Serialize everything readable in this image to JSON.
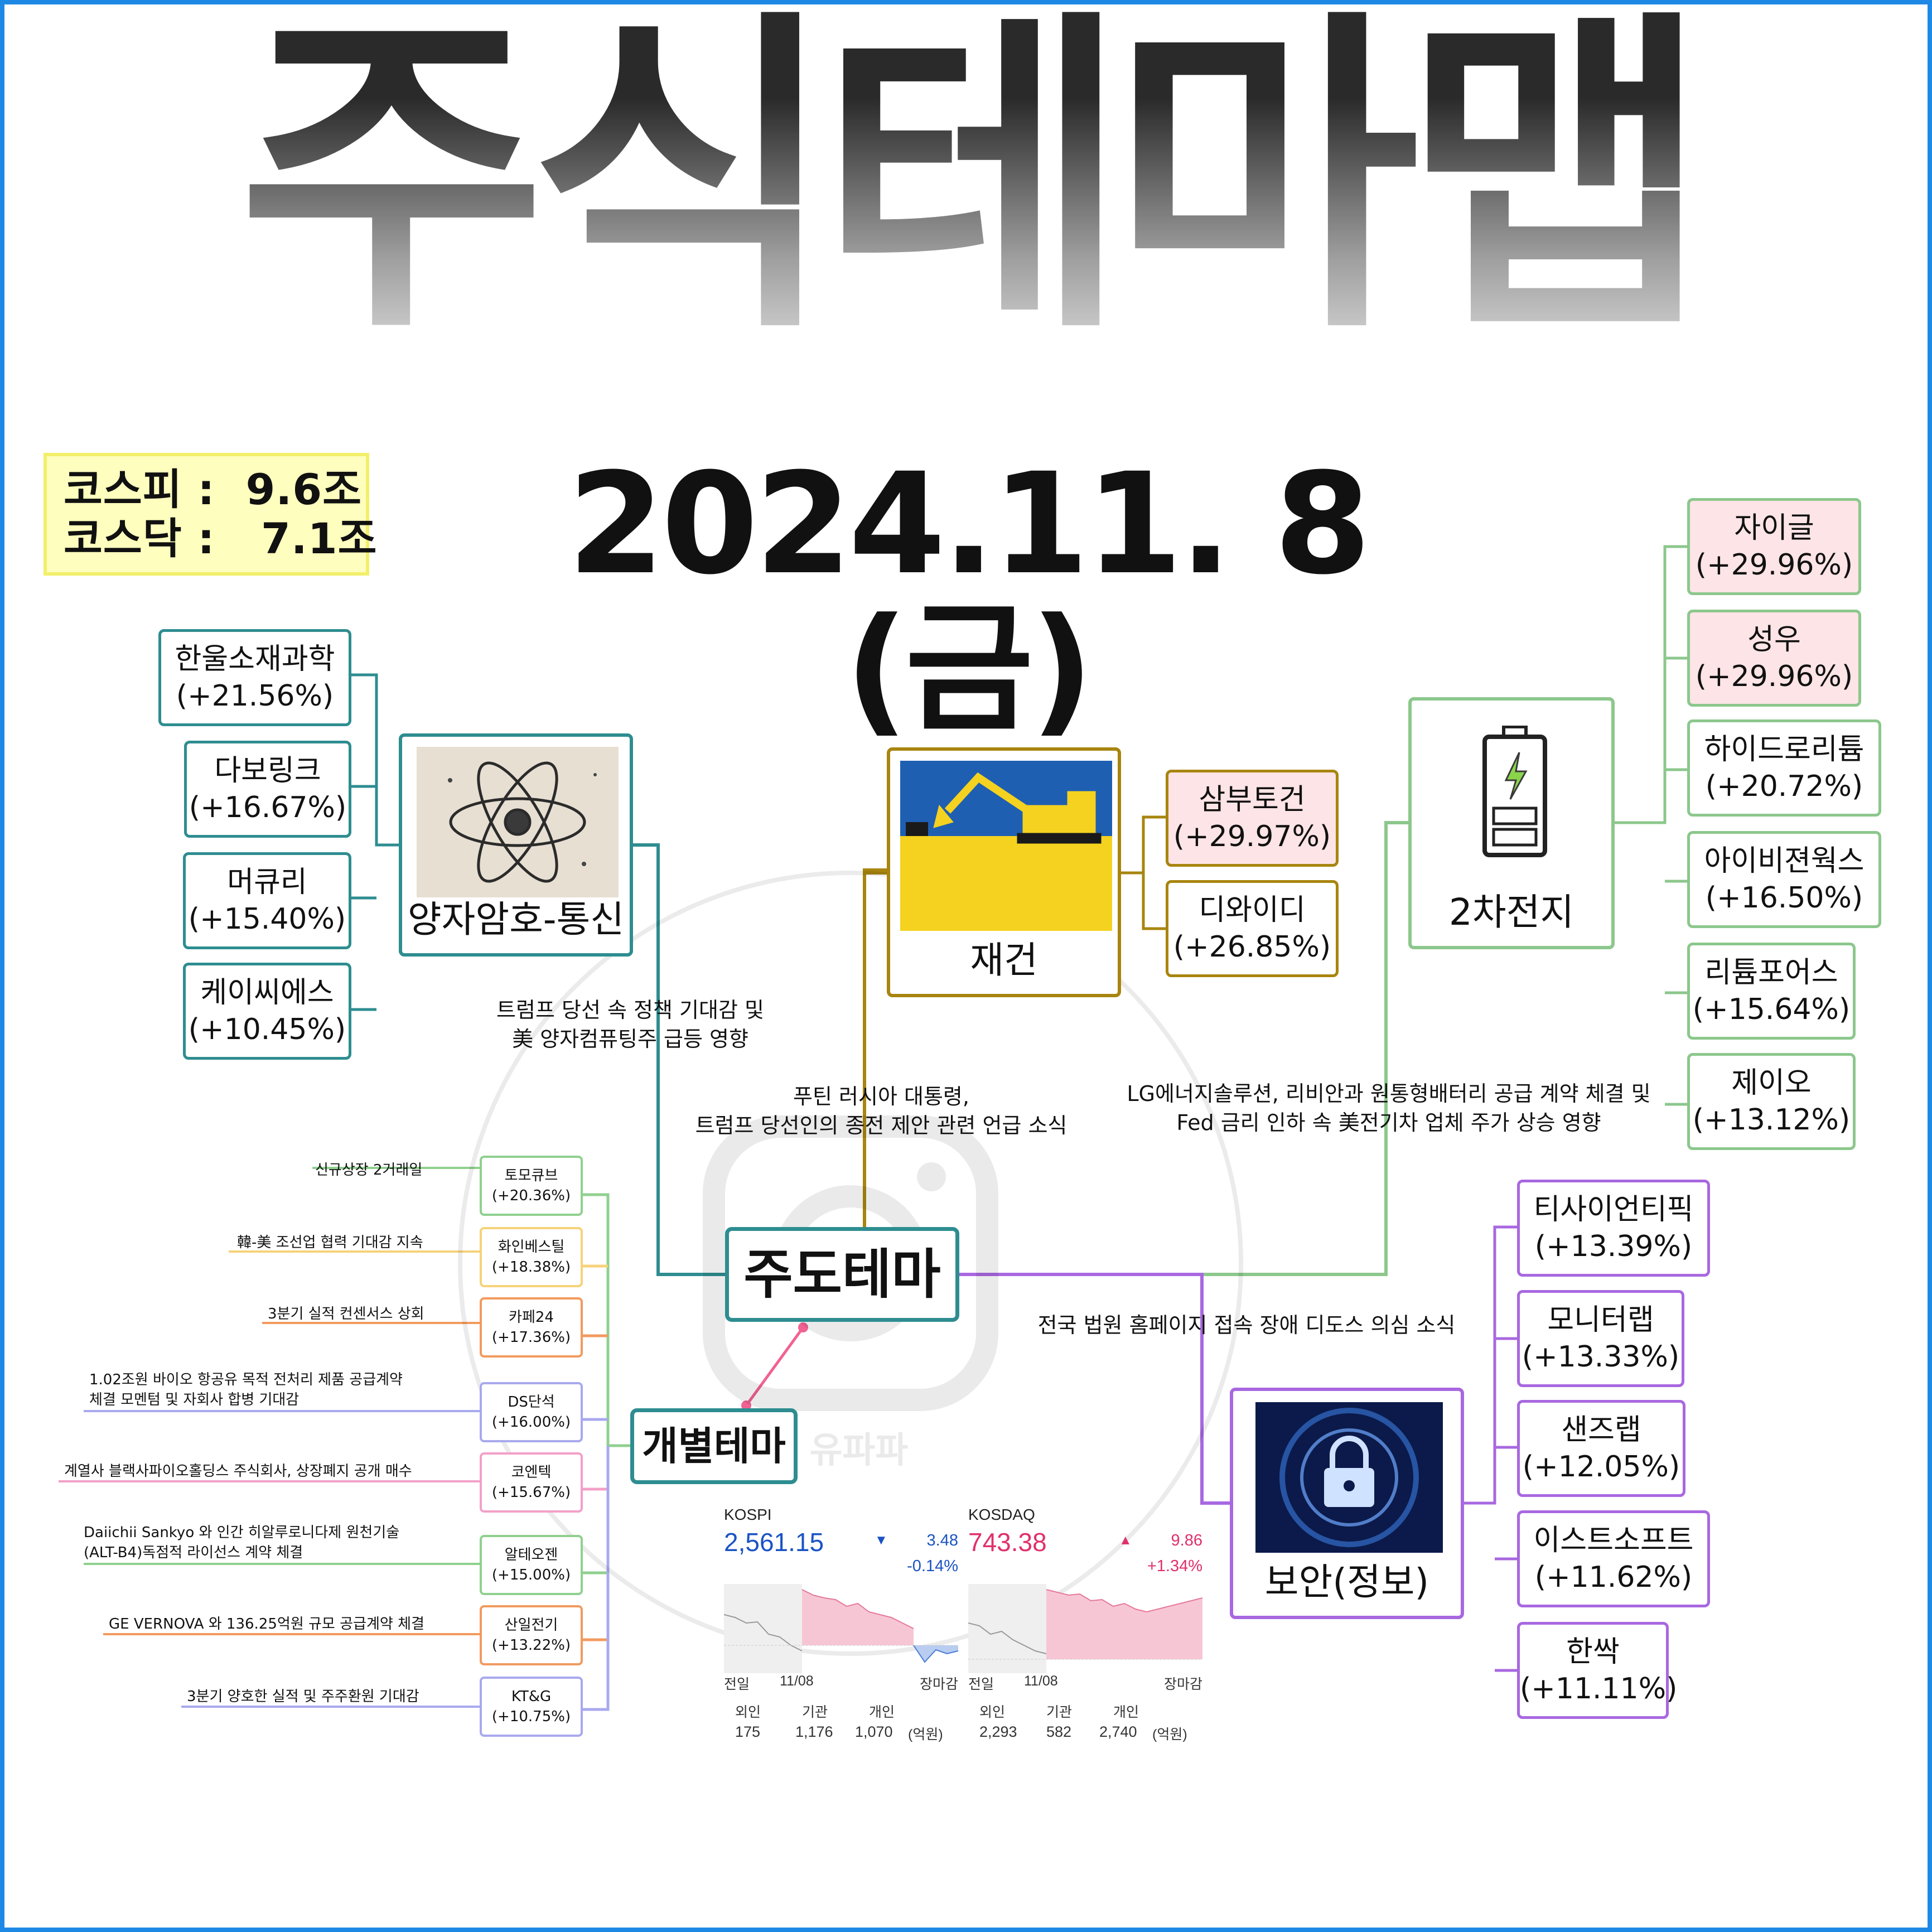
{
  "title": "주식테마맵",
  "date": "2024.11. 8 (금)",
  "volume": {
    "kospi": "코스피 :  9.6조",
    "kosdaq": "코스닥 :   7.1조"
  },
  "hub": {
    "label": "주도테마"
  },
  "individual_hub": {
    "label": "개별테마"
  },
  "themes": [
    {
      "label": "양자암호-통신",
      "color": "#2e8d90",
      "image_icon": "atom-icon",
      "note": "트럼프 당선 속 정책 기대감 및\n美 양자컴퓨팅주 급등 영향",
      "stocks": [
        {
          "name": "한울소재과학",
          "change": "(+21.56%)"
        },
        {
          "name": "다보링크",
          "change": "(+16.67%)"
        },
        {
          "name": "머큐리",
          "change": "(+15.40%)"
        },
        {
          "name": "케이씨에스",
          "change": "(+10.45%)"
        }
      ]
    },
    {
      "label": "재건",
      "color": "#a8850f",
      "image_icon": "excavator-icon",
      "note": "푸틴 러시아 대통령,\n트럼프 당선인의 종전 제안 관련 언급 소식",
      "stocks": [
        {
          "name": "삼부토건",
          "change": "(+29.97%)",
          "limit_up": true
        },
        {
          "name": "디와이디",
          "change": "(+26.85%)"
        }
      ]
    },
    {
      "label": "2차전지",
      "color": "#8cc78c",
      "image_icon": "battery-icon",
      "note": "LG에너지솔루션, 리비안과 원통형배터리 공급 계약 체결 및\nFed 금리 인하 속 美전기차 업체 주가 상승 영향",
      "stocks": [
        {
          "name": "자이글",
          "change": "(+29.96%)",
          "limit_up": true
        },
        {
          "name": "성우",
          "change": "(+29.96%)",
          "limit_up": true
        },
        {
          "name": "하이드로리튬",
          "change": "(+20.72%)"
        },
        {
          "name": "아이비젼웍스",
          "change": "(+16.50%)"
        },
        {
          "name": "리튬포어스",
          "change": "(+15.64%)"
        },
        {
          "name": "제이오",
          "change": "(+13.12%)"
        }
      ]
    },
    {
      "label": "보안(정보)",
      "color": "#a868e0",
      "image_icon": "padlock-icon",
      "note": "전국 법원 홈페이지 접속 장애 디도스 의심 소식",
      "stocks": [
        {
          "name": "티사이언티픽",
          "change": "(+13.39%)"
        },
        {
          "name": "모니터랩",
          "change": "(+13.33%)"
        },
        {
          "name": "샌즈랩",
          "change": "(+12.05%)"
        },
        {
          "name": "이스트소프트",
          "change": "(+11.62%)"
        },
        {
          "name": "한싹",
          "change": "(+11.11%)"
        }
      ]
    }
  ],
  "individual": [
    {
      "note": "신규상장 2거래일",
      "name": "토모큐브",
      "change": "(+20.36%)",
      "color": "#8fd08f"
    },
    {
      "note": "韓-美 조선업 협력 기대감 지속",
      "name": "화인베스틸",
      "change": "(+18.38%)",
      "color": "#f6d27a"
    },
    {
      "note": "3분기 실적 컨센서스 상회",
      "name": "카페24",
      "change": "(+17.36%)",
      "color": "#f29a5e"
    },
    {
      "note": "1.02조원 바이오 항공유 목적 전처리 제품 공급계약\n체결 모멘텀 및 자회사 합병 기대감",
      "name": "DS단석",
      "change": "(+16.00%)",
      "color": "#a9a9ee"
    },
    {
      "note": "계열사 블랙사파이오홀딩스 주식회사, 상장폐지 공개 매수",
      "name": "코엔텍",
      "change": "(+15.67%)",
      "color": "#f2a0c8"
    },
    {
      "note": "Daiichii Sankyo 와 인간 히알루로니다제 원천기술\n(ALT-B4)독점적 라이선스 계약 체결",
      "name": "알테오젠",
      "change": "(+15.00%)",
      "color": "#8fd08f"
    },
    {
      "note": "GE VERNOVA 와 136.25억원 규모 공급계약 체결",
      "name": "산일전기",
      "change": "(+13.22%)",
      "color": "#f29a5e"
    },
    {
      "note": "3분기 양호한 실적 및 주주환원 기대감",
      "name": "KT&G",
      "change": "(+10.75%)",
      "color": "#a9a9ee"
    }
  ],
  "markets": [
    {
      "name": "KOSPI",
      "value": "2,561.15",
      "direction": "down",
      "change": "3.48",
      "change_pct": "-0.14%",
      "axis_left": "전일",
      "axis_mid": "11/08",
      "axis_right": "장마감",
      "investors": {
        "foreign_label": "외인",
        "institution_label": "기관",
        "retail_label": "개인",
        "foreign": "175",
        "institution": "1,176",
        "retail": "1,070",
        "unit": "(억원)"
      }
    },
    {
      "name": "KOSDAQ",
      "value": "743.38",
      "direction": "up",
      "change": "9.86",
      "change_pct": "+1.34%",
      "axis_left": "전일",
      "axis_mid": "11/08",
      "axis_right": "장마감",
      "investors": {
        "foreign_label": "외인",
        "institution_label": "기관",
        "retail_label": "개인",
        "foreign": "2,293",
        "institution": "582",
        "retail": "2,740",
        "unit": "(억원)"
      }
    }
  ],
  "watermark": {
    "text": "유파파"
  }
}
